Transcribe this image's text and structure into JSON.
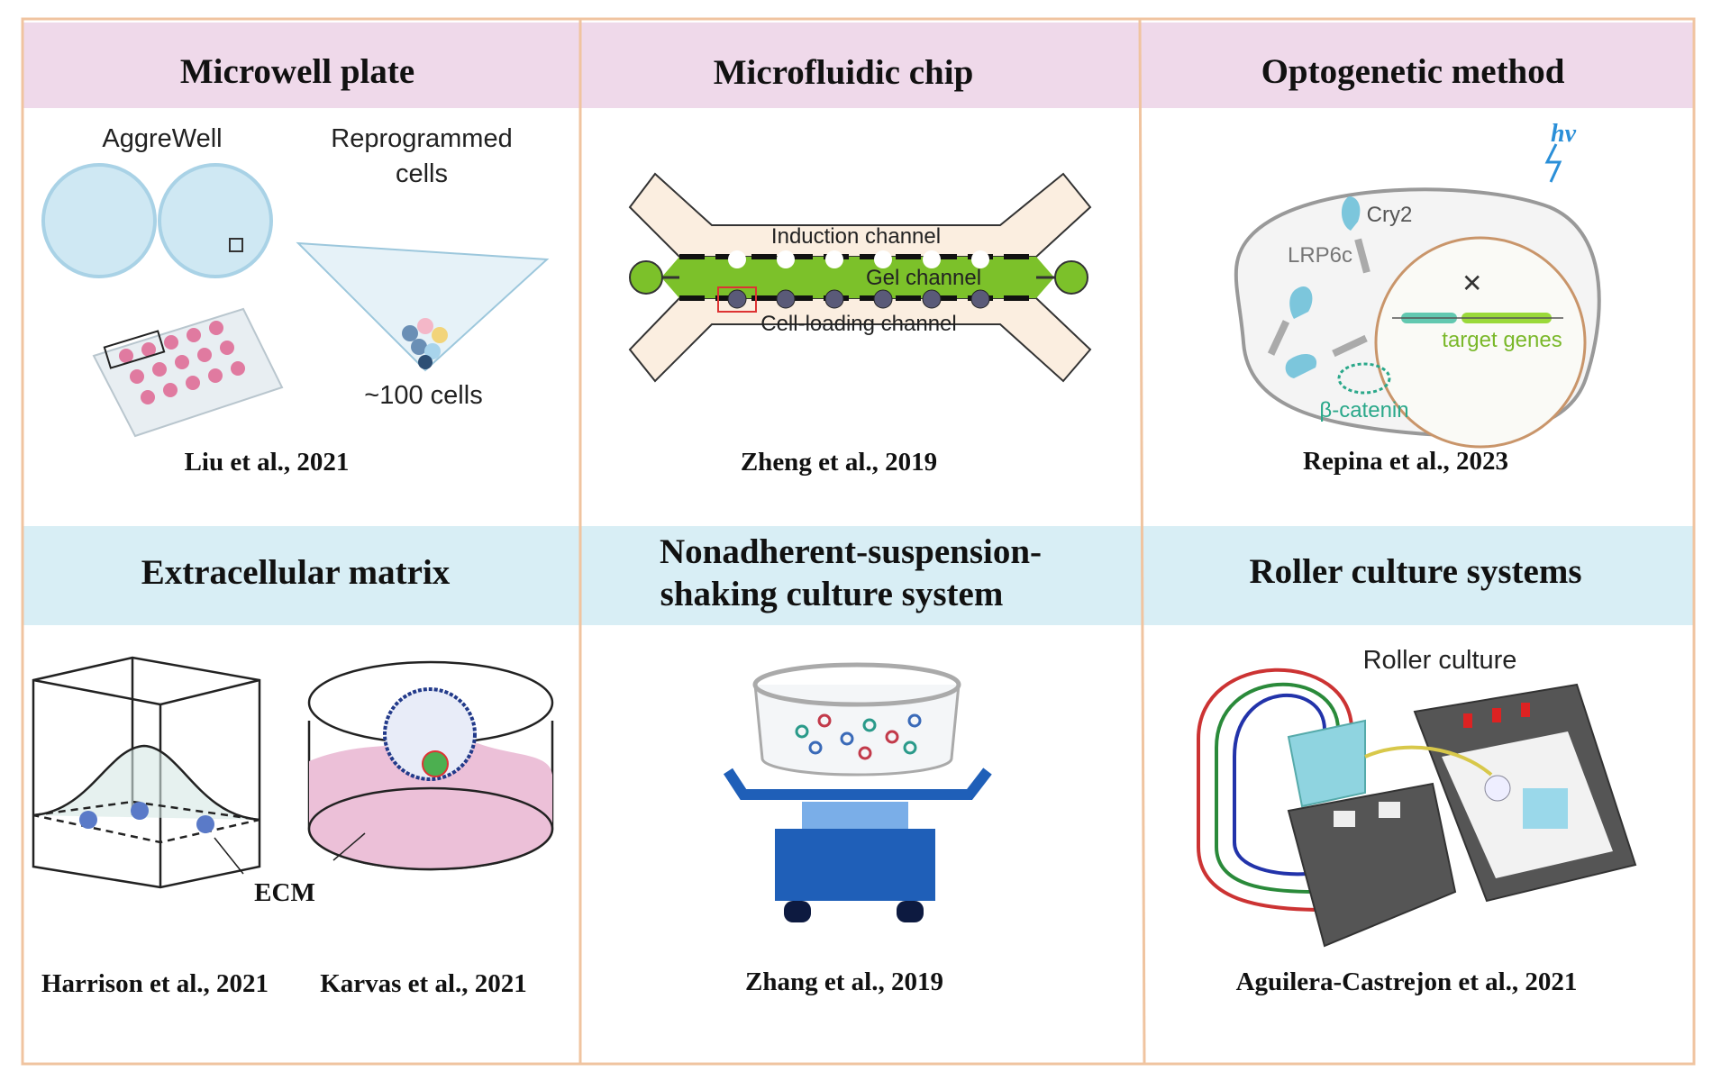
{
  "colors": {
    "border": "#f0c4a0",
    "top_header_bg": "#efd9ea",
    "bottom_header_bg": "#d8eef5",
    "gel_green": "#7cc12a",
    "shaker_blue": "#1f5fb8"
  },
  "panels": [
    {
      "title": "Microwell plate",
      "citation": "Liu et al., 2021",
      "labels": {
        "aggrewell": "AggreWell",
        "reprogrammed_1": "Reprogrammed",
        "reprogrammed_2": "cells",
        "count": "~100 cells"
      }
    },
    {
      "title": "Microfluidic chip",
      "citation": "Zheng et al., 2019",
      "labels": {
        "induction": "Induction channel",
        "gel": "Gel channel",
        "cell_loading": "Cell-loading channel"
      }
    },
    {
      "title": "Optogenetic method",
      "citation": "Repina et al., 2023",
      "labels": {
        "light": "hv",
        "cry2": "Cry2",
        "lrp6c": "LRP6c",
        "target": "target genes",
        "catenin": "β-catenin"
      }
    },
    {
      "title": "Extracellular matrix",
      "citations": [
        "Harrison et al., 2021",
        "Karvas et al., 2021"
      ],
      "labels": {
        "ecm": "ECM"
      }
    },
    {
      "title_lines": [
        "Nonadherent-suspension-",
        "shaking culture system"
      ],
      "citation": "Zhang et al., 2019"
    },
    {
      "title": "Roller culture systems",
      "citation": "Aguilera-Castrejon et al., 2021",
      "labels": {
        "roller": "Roller culture"
      }
    }
  ]
}
